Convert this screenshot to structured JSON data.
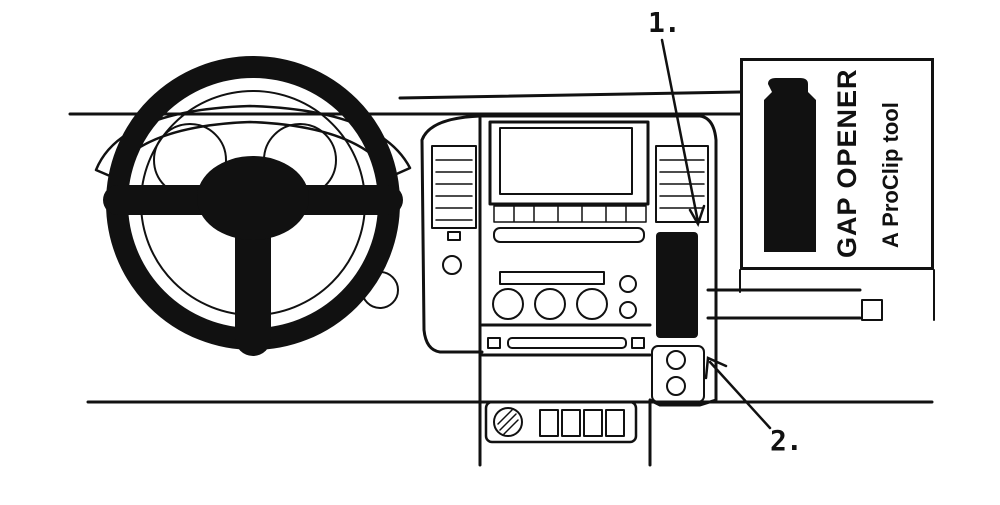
{
  "callouts": {
    "one": "1.",
    "two": "2."
  },
  "tool_panel": {
    "title": "GAP OPENER",
    "subtitle": "A ProClip tool"
  },
  "colors": {
    "ink": "#111111",
    "paper": "#ffffff"
  }
}
